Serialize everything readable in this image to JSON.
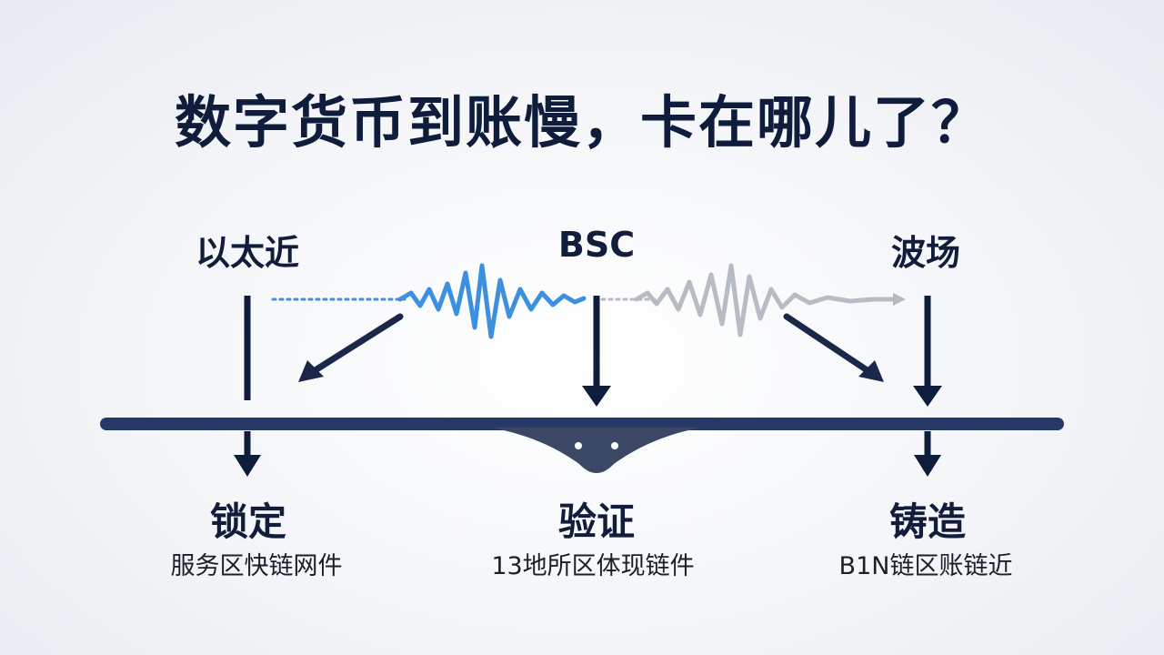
{
  "title": "数字货币到账慢，卡在哪儿了？",
  "chains": {
    "ethereum": "以太近",
    "bsc": "BSC",
    "tron": "波场"
  },
  "stages": {
    "lock": {
      "title": "锁定",
      "subtitle": "服务区快链网件"
    },
    "verify": {
      "title": "验证",
      "subtitle": "13地所区体现链件"
    },
    "mint": {
      "title": "铸造",
      "subtitle": "B1N链区账链近"
    }
  },
  "colors": {
    "navy": "#1f2e54",
    "wave_blue": "#3d8fe0",
    "wave_gray": "#b4b8c0",
    "background": "#f3f5f8"
  },
  "icons": [
    "down-arrow-icon",
    "diagonal-arrow-icon",
    "signal-wave-icon"
  ]
}
